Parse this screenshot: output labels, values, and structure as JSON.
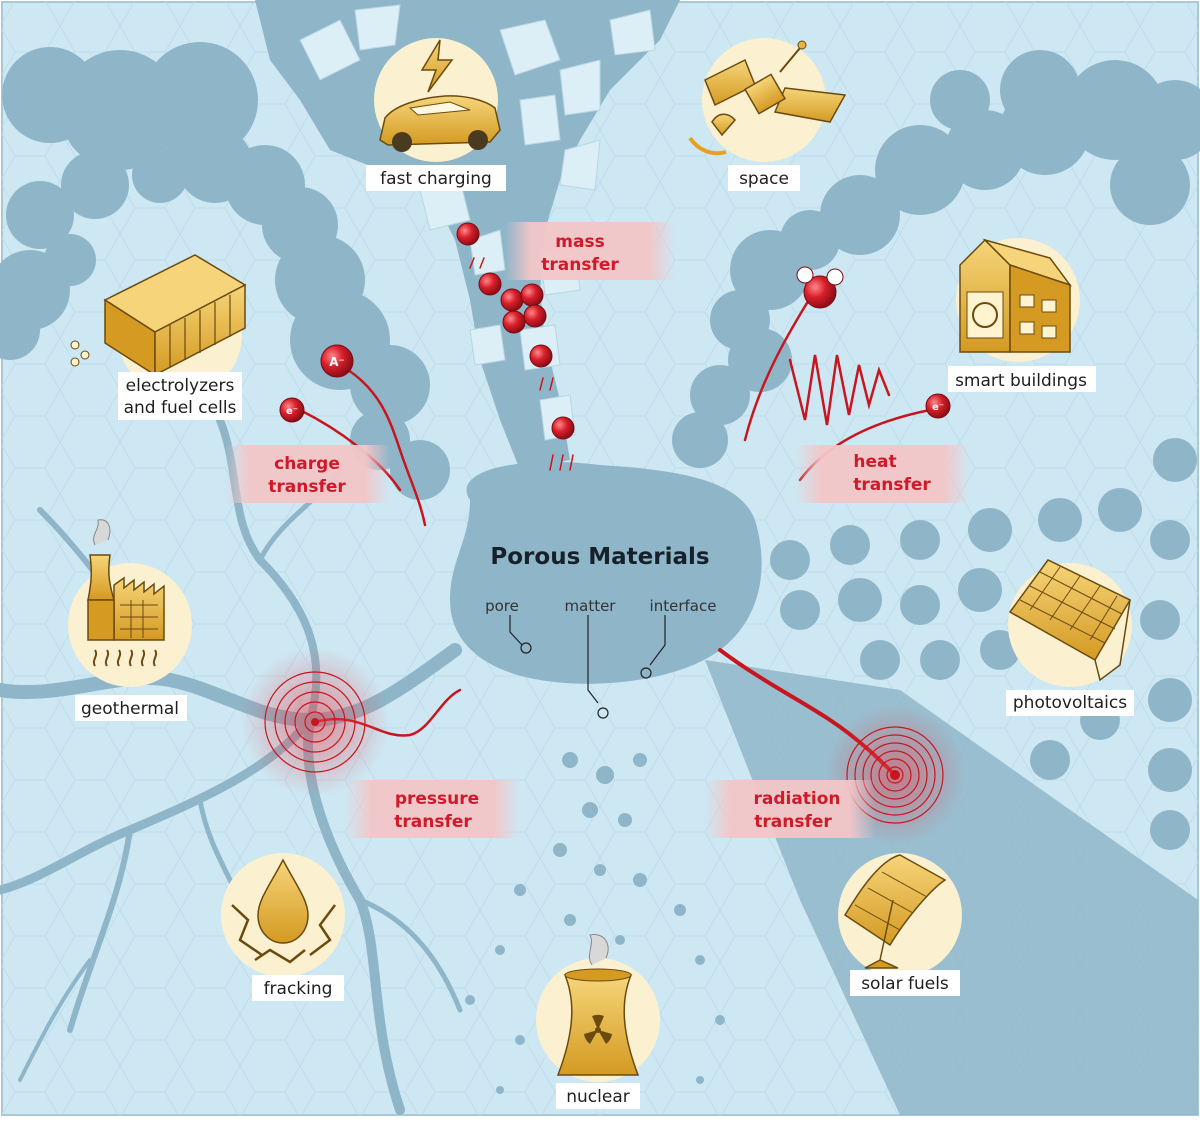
{
  "center": {
    "title": "Porous Materials",
    "labels": {
      "pore": "pore",
      "matter": "matter",
      "interface": "interface"
    }
  },
  "transfers": {
    "mass": [
      "mass",
      "transfer"
    ],
    "heat": [
      "heat",
      "transfer"
    ],
    "charge": [
      "charge",
      "transfer"
    ],
    "pressure": [
      "pressure",
      "transfer"
    ],
    "radiation": [
      "radiation",
      "transfer"
    ]
  },
  "applications": {
    "fast_charging": "fast charging",
    "space": "space",
    "electrolyzers": [
      "electrolyzers",
      "and fuel cells"
    ],
    "smart_buildings": "smart buildings",
    "geothermal": "geothermal",
    "photovoltaics": "photovoltaics",
    "fracking": "fracking",
    "solar_fuels": "solar fuels",
    "nuclear": "nuclear"
  },
  "particles": {
    "anion": "A⁻",
    "electron": "e⁻"
  },
  "colors": {
    "background": "#cde8f3",
    "pore_blue": "#8fb6c8",
    "accent_red": "#d01a2a",
    "label_band": "#f3c6c8",
    "icon_gold": "#e8b43c",
    "icon_circle": "#fbf0cf"
  }
}
